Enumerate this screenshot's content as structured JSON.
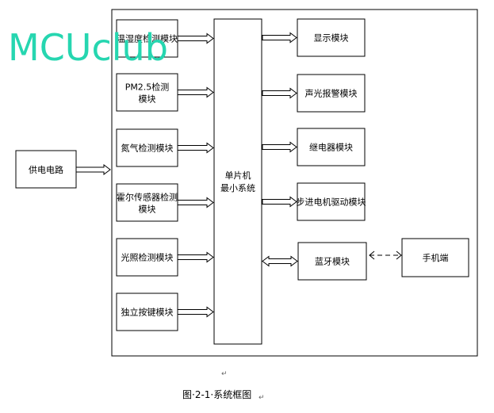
{
  "watermark": {
    "text": "MCUclub",
    "color": "#26d6b0"
  },
  "diagram": {
    "power": "供电电路",
    "center": {
      "line1": "单片机",
      "line2": "最小系统"
    },
    "inputs": [
      "温湿度检测模块",
      "PM2.5检测模块",
      "氮气检测模块",
      "霍尔传感器检测模块",
      "光照检测模块",
      "独立按键模块"
    ],
    "outputs": [
      "显示模块",
      "声光报警模块",
      "继电器模块",
      "步进电机驱动模块",
      "蓝牙模块"
    ],
    "phone": "手机端"
  },
  "caption": "图·2-1·系统框图",
  "marks": {
    "return": "↵"
  }
}
